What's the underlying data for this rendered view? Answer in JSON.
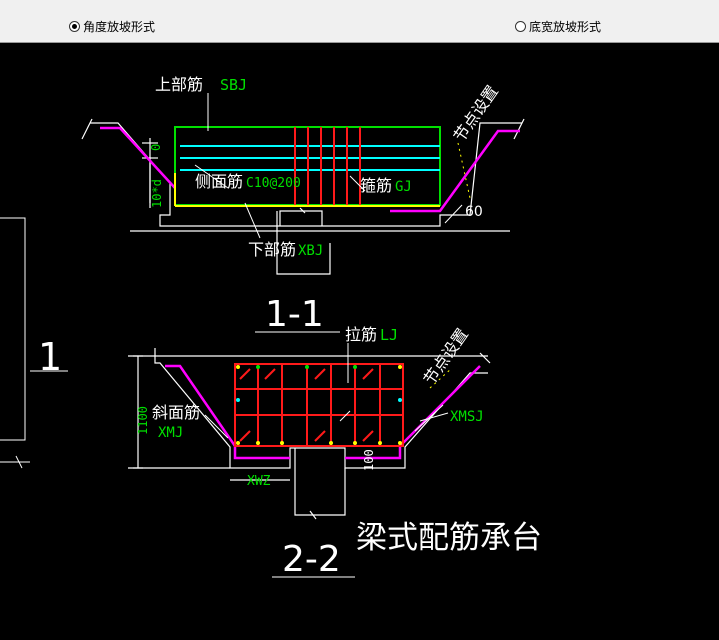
{
  "options": {
    "angle_slope": {
      "label": "角度放坡形式",
      "selected": true
    },
    "bottom_width_slope": {
      "label": "底宽放坡形式",
      "selected": false
    }
  },
  "colors": {
    "background": "#000000",
    "white": "#ffffff",
    "green": "#00e000",
    "red": "#ff1a1a",
    "cyan": "#00ffff",
    "yellow": "#ffff00",
    "magenta": "#ff00ff"
  },
  "section1": {
    "title": "1-1",
    "top_rebar_label": "上部筋",
    "top_rebar_code": "SBJ",
    "side_rebar_label": "侧面筋",
    "side_rebar_code": "C10@200",
    "stirrup_label": "箍筋",
    "stirrup_code": "GJ",
    "bottom_rebar_label": "下部筋",
    "bottom_rebar_code": "XBJ",
    "node_label": "节点设置",
    "angle_value": "60",
    "dim_zero": "0",
    "dim_10d": "10*d"
  },
  "section2": {
    "title": "2-2",
    "tie_label": "拉筋",
    "tie_code": "LJ",
    "slope_rebar_label": "斜面筋",
    "slope_rebar_code": "XMJ",
    "slope_rebar_right_code": "XMSJ",
    "node_label": "节点设置",
    "dim_1100": "1100",
    "dim_100": "100",
    "dim_xwz": "XWZ"
  },
  "left_marker": "1",
  "caption": "梁式配筋承台"
}
